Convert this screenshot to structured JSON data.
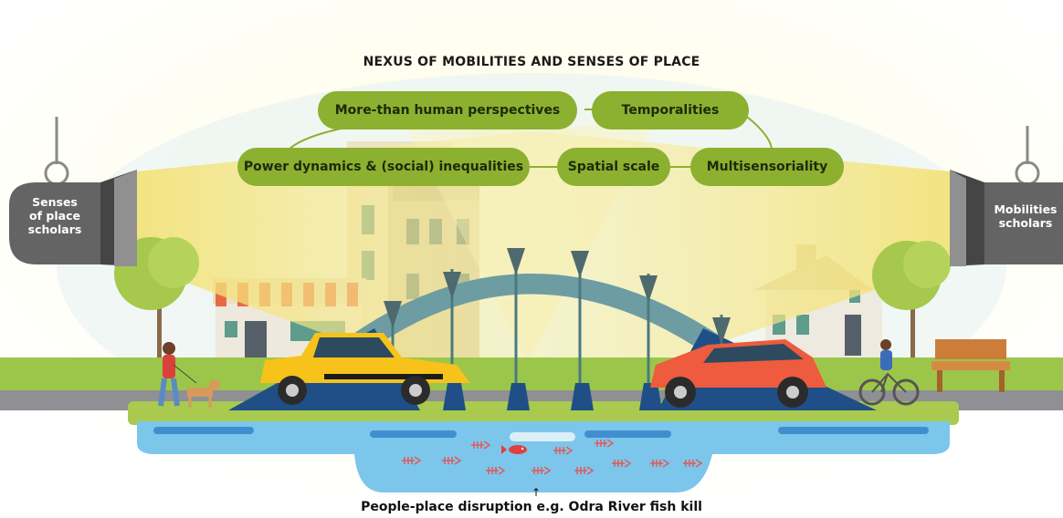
{
  "title": "NEXUS OF MOBILITIES AND SENSES OF PLACE",
  "themes": [
    "More-than human perspectives",
    "Temporalities",
    "Power dynamics & (social) inequalities",
    "Spatial scale",
    "Multisensoriality"
  ],
  "left_lamp": {
    "label": "Senses of place scholars",
    "lines": [
      "Senses",
      "of place",
      "scholars"
    ]
  },
  "right_lamp": {
    "label": "Mobilities scholars",
    "lines": [
      "Mobilities",
      "scholars"
    ]
  },
  "caption": "People-place disruption e.g. Odra River fish kill",
  "caption_arrow": "↑",
  "colors": {
    "pill": "#8cb030",
    "light_beam": "#f6ec9a",
    "bridge": "#6e9ca3",
    "bridge_dark": "#1f4f86",
    "water": "#7cc6ec",
    "lamp": "#636363",
    "taxi": "#f7c21a",
    "car": "#ee5b3f",
    "grass": "#9cc64a"
  },
  "icons": [
    "spotlight-lamp-left",
    "spotlight-lamp-right",
    "bridge-arch",
    "taxi-car",
    "red-car",
    "pedestrian-with-dog",
    "cyclist",
    "park-bench",
    "tree",
    "fish-skeleton",
    "red-fish",
    "building",
    "house"
  ]
}
